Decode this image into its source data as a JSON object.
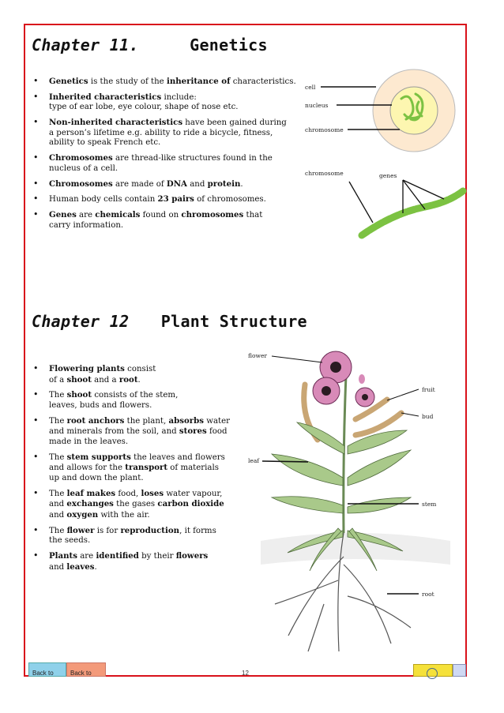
{
  "chapter11": {
    "number": "Chapter 11.",
    "title": "Genetics",
    "bullets": [
      [
        {
          "b": "Genetics"
        },
        {
          "t": " is the study of the "
        },
        {
          "b": "inheritance of"
        },
        {
          "t": " characteristics."
        }
      ],
      [
        {
          "b": "Inherited characteristics"
        },
        {
          "t": " include:"
        },
        {
          "br": 1
        },
        {
          "t": "type of ear lobe, eye colour, shape of nose etc."
        }
      ],
      [
        {
          "b": "Non-inherited characteristics"
        },
        {
          "t": " have been gained during"
        },
        {
          "br": 1
        },
        {
          "t": "a person’s lifetime e.g. ability to ride a bicycle, fitness,"
        },
        {
          "br": 1
        },
        {
          "t": "ability to speak French etc."
        }
      ],
      [
        {
          "b": "Chromosomes"
        },
        {
          "t": " are thread-like structures found in the"
        },
        {
          "br": 1
        },
        {
          "t": "nucleus of a cell."
        }
      ],
      [
        {
          "b": "Chromosomes"
        },
        {
          "t": " are made of "
        },
        {
          "b": "DNA"
        },
        {
          "t": " and "
        },
        {
          "b": "protein"
        },
        {
          "t": "."
        }
      ],
      [
        {
          "t": "Human body cells contain "
        },
        {
          "b": "23 pairs"
        },
        {
          "t": " of chromosomes."
        }
      ],
      [
        {
          "b": "Genes"
        },
        {
          "t": " are "
        },
        {
          "b": "chemicals"
        },
        {
          "t": " found on "
        },
        {
          "b": "chromosomes"
        },
        {
          "t": " that"
        },
        {
          "br": 1
        },
        {
          "t": "carry information."
        }
      ]
    ],
    "cell_labels": {
      "cell": "cell",
      "nucleus": "nucleus",
      "chromosome": "chromosome"
    },
    "gene_labels": {
      "chromosome": "chromosome",
      "genes": "genes"
    }
  },
  "chapter12": {
    "number": "Chapter 12",
    "title": "Plant Structure",
    "bullets": [
      [
        {
          "b": "Flowering plants"
        },
        {
          "t": " consist"
        },
        {
          "br": 1
        },
        {
          "t": "of a "
        },
        {
          "b": "shoot"
        },
        {
          "t": " and a "
        },
        {
          "b": "root"
        },
        {
          "t": "."
        }
      ],
      [
        {
          "t": "The "
        },
        {
          "b": "shoot"
        },
        {
          "t": " consists of the stem,"
        },
        {
          "br": 1
        },
        {
          "t": "leaves, buds and flowers."
        }
      ],
      [
        {
          "t": "The "
        },
        {
          "b": "root anchors"
        },
        {
          "t": " the plant, "
        },
        {
          "b": "absorbs"
        },
        {
          "t": " water"
        },
        {
          "br": 1
        },
        {
          "t": "and minerals from the soil, and "
        },
        {
          "b": "stores"
        },
        {
          "t": " food"
        },
        {
          "br": 1
        },
        {
          "t": "made in the leaves."
        }
      ],
      [
        {
          "t": "The "
        },
        {
          "b": "stem supports"
        },
        {
          "t": " the leaves and flowers"
        },
        {
          "br": 1
        },
        {
          "t": "and allows for the "
        },
        {
          "b": "transport"
        },
        {
          "t": " of materials"
        },
        {
          "br": 1
        },
        {
          "t": "up and down the plant."
        }
      ],
      [
        {
          "t": "The "
        },
        {
          "b": "leaf makes"
        },
        {
          "t": " food, "
        },
        {
          "b": "loses"
        },
        {
          "t": " water vapour,"
        },
        {
          "br": 1
        },
        {
          "t": "and "
        },
        {
          "b": "exchanges"
        },
        {
          "t": " the gases "
        },
        {
          "b": "carbon dioxide"
        },
        {
          "br": 1
        },
        {
          "t": "and "
        },
        {
          "b": "oxygen"
        },
        {
          "t": " with the air."
        }
      ],
      [
        {
          "t": "The "
        },
        {
          "b": "flower"
        },
        {
          "t": " is for "
        },
        {
          "b": "reproduction"
        },
        {
          "t": ", it forms"
        },
        {
          "br": 1
        },
        {
          "t": "the seeds."
        }
      ],
      [
        {
          "b": "Plants"
        },
        {
          "t": " are "
        },
        {
          "b": "identified"
        },
        {
          "t": " by their "
        },
        {
          "b": "flowers"
        },
        {
          "br": 1
        },
        {
          "t": "and "
        },
        {
          "b": "leaves"
        },
        {
          "t": "."
        }
      ]
    ],
    "plant_labels": {
      "flower": "flower",
      "fruit": "fruit",
      "bud": "bud",
      "leaf": "leaf",
      "stem": "stem",
      "root": "root"
    }
  },
  "footer": {
    "back_button_1": "Back to",
    "back_button_2": "Back to",
    "page_number": "12"
  },
  "colors": {
    "border": "#d9121b",
    "chromosome": "#7cc242",
    "nucleus_fill": "#fdf6b0",
    "cell_fill": "#fde9d0",
    "petal": "#d88ab8",
    "fruit": "#d9b98a",
    "leaf": "#a9c98a"
  }
}
